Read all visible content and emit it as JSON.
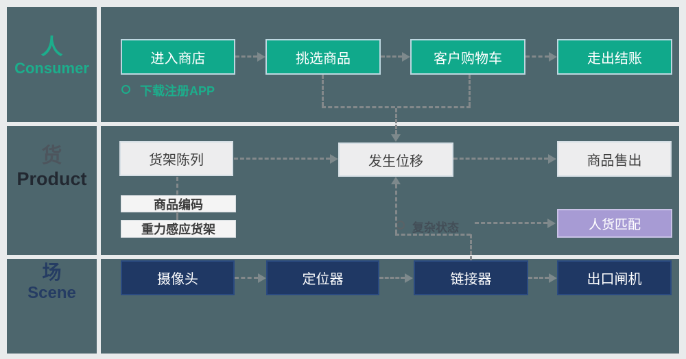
{
  "lanes": {
    "consumer": {
      "zh": "人",
      "en": "Consumer"
    },
    "product": {
      "zh": "货",
      "en": "Product"
    },
    "scene": {
      "zh": "场",
      "en": "Scene"
    }
  },
  "nodes": {
    "enter_store": "进入商店",
    "pick_goods": "挑选商品",
    "customer_cart": "客户购物车",
    "walk_out_checkout": "走出结账",
    "download_app_note": "下载注册APP",
    "shelf_display": "货架陈列",
    "displacement": "发生位移",
    "goods_sold": "商品售出",
    "product_coding": "商品编码",
    "gravity_shelf": "重力感应货架",
    "person_goods_match": "人货匹配",
    "complex_state_note": "复杂状态",
    "camera": "摄像头",
    "locator": "定位器",
    "linker": "链接器",
    "exit_gate": "出口闸机"
  },
  "colors": {
    "lane_background": "#4d666d",
    "grid_gap": "#e9ebec",
    "consumer_green": "#10a98b",
    "green_text": "#1cae8c",
    "scene_navy": "#1f3864",
    "match_purple": "#a79bd4",
    "light_box": "#ededee",
    "connector_gray": "#84898b"
  },
  "edges": [
    {
      "from": "进入商店",
      "to": "挑选商品"
    },
    {
      "from": "挑选商品",
      "to": "客户购物车"
    },
    {
      "from": "客户购物车",
      "to": "走出结账"
    },
    {
      "from": "挑选商品",
      "to": "发生位移"
    },
    {
      "from": "客户购物车",
      "to": "发生位移"
    },
    {
      "from": "货架陈列",
      "to": "发生位移"
    },
    {
      "from": "发生位移",
      "to": "商品售出"
    },
    {
      "from": "货架陈列",
      "to": "商品编码"
    },
    {
      "from": "商品编码",
      "to": "重力感应货架"
    },
    {
      "from": "链接器",
      "to": "发生位移"
    },
    {
      "from": "复杂状态",
      "to": "人货匹配"
    },
    {
      "from": "摄像头",
      "to": "定位器"
    },
    {
      "from": "定位器",
      "to": "链接器"
    },
    {
      "from": "链接器",
      "to": "出口闸机"
    }
  ]
}
